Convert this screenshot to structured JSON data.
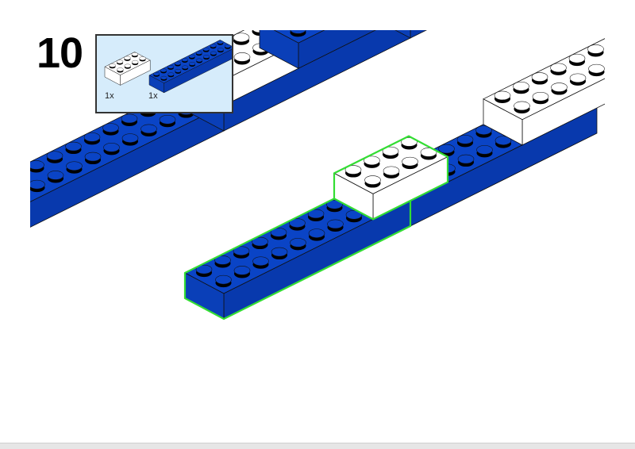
{
  "step": {
    "number": "10"
  },
  "parts_list": [
    {
      "quantity": "1x",
      "color": "#ffffff"
    },
    {
      "quantity": "1x",
      "color": "#0a44c6"
    }
  ],
  "colors": {
    "blue": "#0a44c6",
    "blue_side": "#0839ad",
    "white": "#ffffff",
    "highlight": "#33dd33",
    "inset_background": "#d6ecfb"
  }
}
